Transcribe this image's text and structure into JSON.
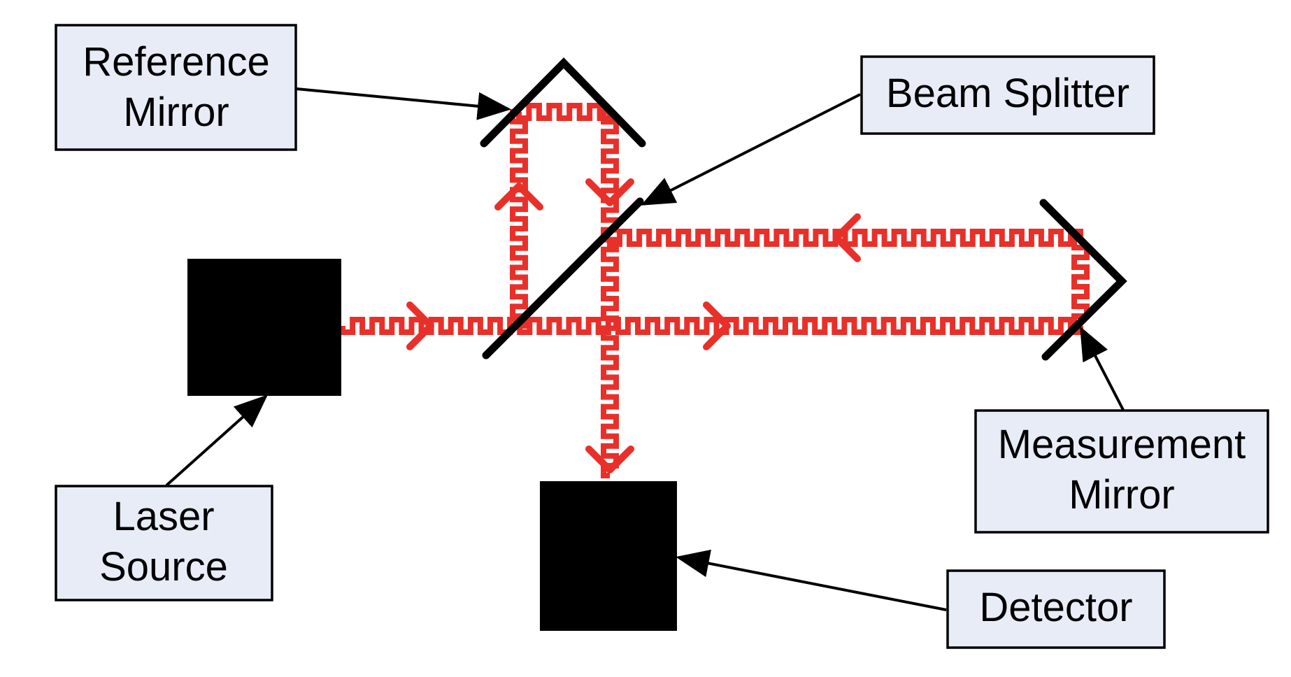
{
  "colors": {
    "beam": "#e8302a",
    "box_fill": "#e8ecf7",
    "box_stroke": "#000000",
    "component": "#000000",
    "background": "#ffffff"
  },
  "labels": {
    "reference_mirror": [
      "Reference",
      "Mirror"
    ],
    "beam_splitter": [
      "Beam Splitter"
    ],
    "laser_source": [
      "Laser",
      "Source"
    ],
    "measurement_mirror": [
      "Measurement",
      "Mirror"
    ],
    "detector": [
      "Detector"
    ]
  }
}
